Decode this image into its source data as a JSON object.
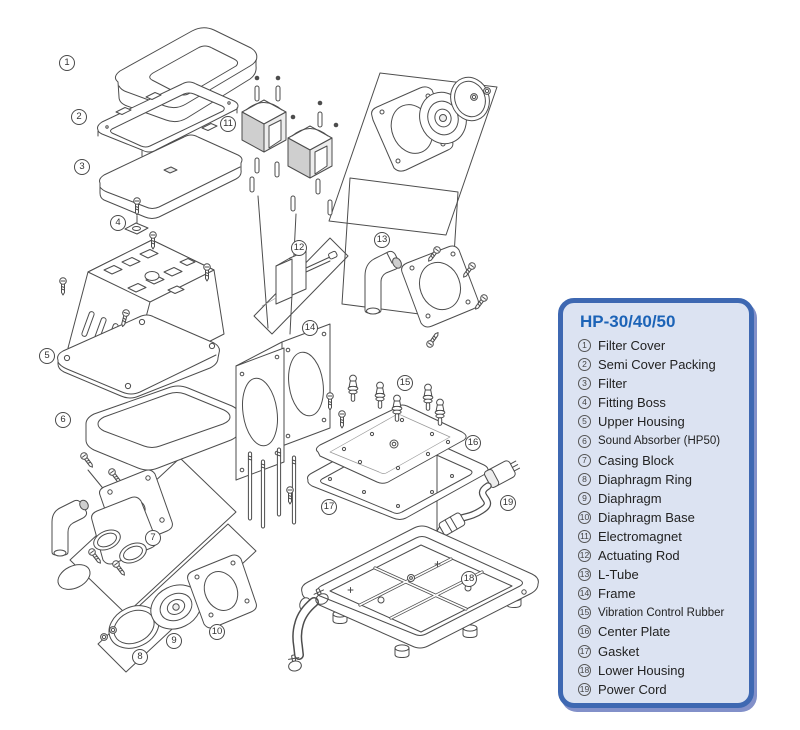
{
  "legend": {
    "title": "HP-30/40/50",
    "items": [
      {
        "num": "1",
        "label": "Filter Cover"
      },
      {
        "num": "2",
        "label": "Semi Cover Packing"
      },
      {
        "num": "3",
        "label": "Filter"
      },
      {
        "num": "4",
        "label": "Fitting Boss"
      },
      {
        "num": "5",
        "label": "Upper Housing"
      },
      {
        "num": "6",
        "label": "Sound Absorber (HP50)"
      },
      {
        "num": "7",
        "label": "Casing Block"
      },
      {
        "num": "8",
        "label": "Diaphragm Ring"
      },
      {
        "num": "9",
        "label": "Diaphragm"
      },
      {
        "num": "10",
        "label": "Diaphragm Base"
      },
      {
        "num": "11",
        "label": "Electromagnet"
      },
      {
        "num": "12",
        "label": "Actuating Rod"
      },
      {
        "num": "13",
        "label": "L-Tube"
      },
      {
        "num": "14",
        "label": "Frame"
      },
      {
        "num": "15",
        "label": "Vibration Control Rubber"
      },
      {
        "num": "16",
        "label": "Center Plate"
      },
      {
        "num": "17",
        "label": "Gasket"
      },
      {
        "num": "18",
        "label": "Lower Housing"
      },
      {
        "num": "19",
        "label": "Power Cord"
      }
    ]
  },
  "diagram": {
    "callouts": [
      {
        "number": "1"
      },
      {
        "number": "2"
      },
      {
        "number": "3"
      },
      {
        "number": "4"
      },
      {
        "number": "5"
      },
      {
        "number": "6"
      },
      {
        "number": "7"
      },
      {
        "number": "8"
      },
      {
        "number": "9"
      },
      {
        "number": "10"
      },
      {
        "number": "11"
      },
      {
        "number": "12"
      },
      {
        "number": "13"
      },
      {
        "number": "14"
      },
      {
        "number": "15"
      },
      {
        "number": "16"
      },
      {
        "number": "17"
      },
      {
        "number": "18"
      },
      {
        "number": "19"
      }
    ]
  },
  "colors": {
    "legend_border": "#3e68b2",
    "legend_background": "#dce3f2",
    "legend_title": "#1c63b7",
    "line_art": "#4d4d4d"
  }
}
